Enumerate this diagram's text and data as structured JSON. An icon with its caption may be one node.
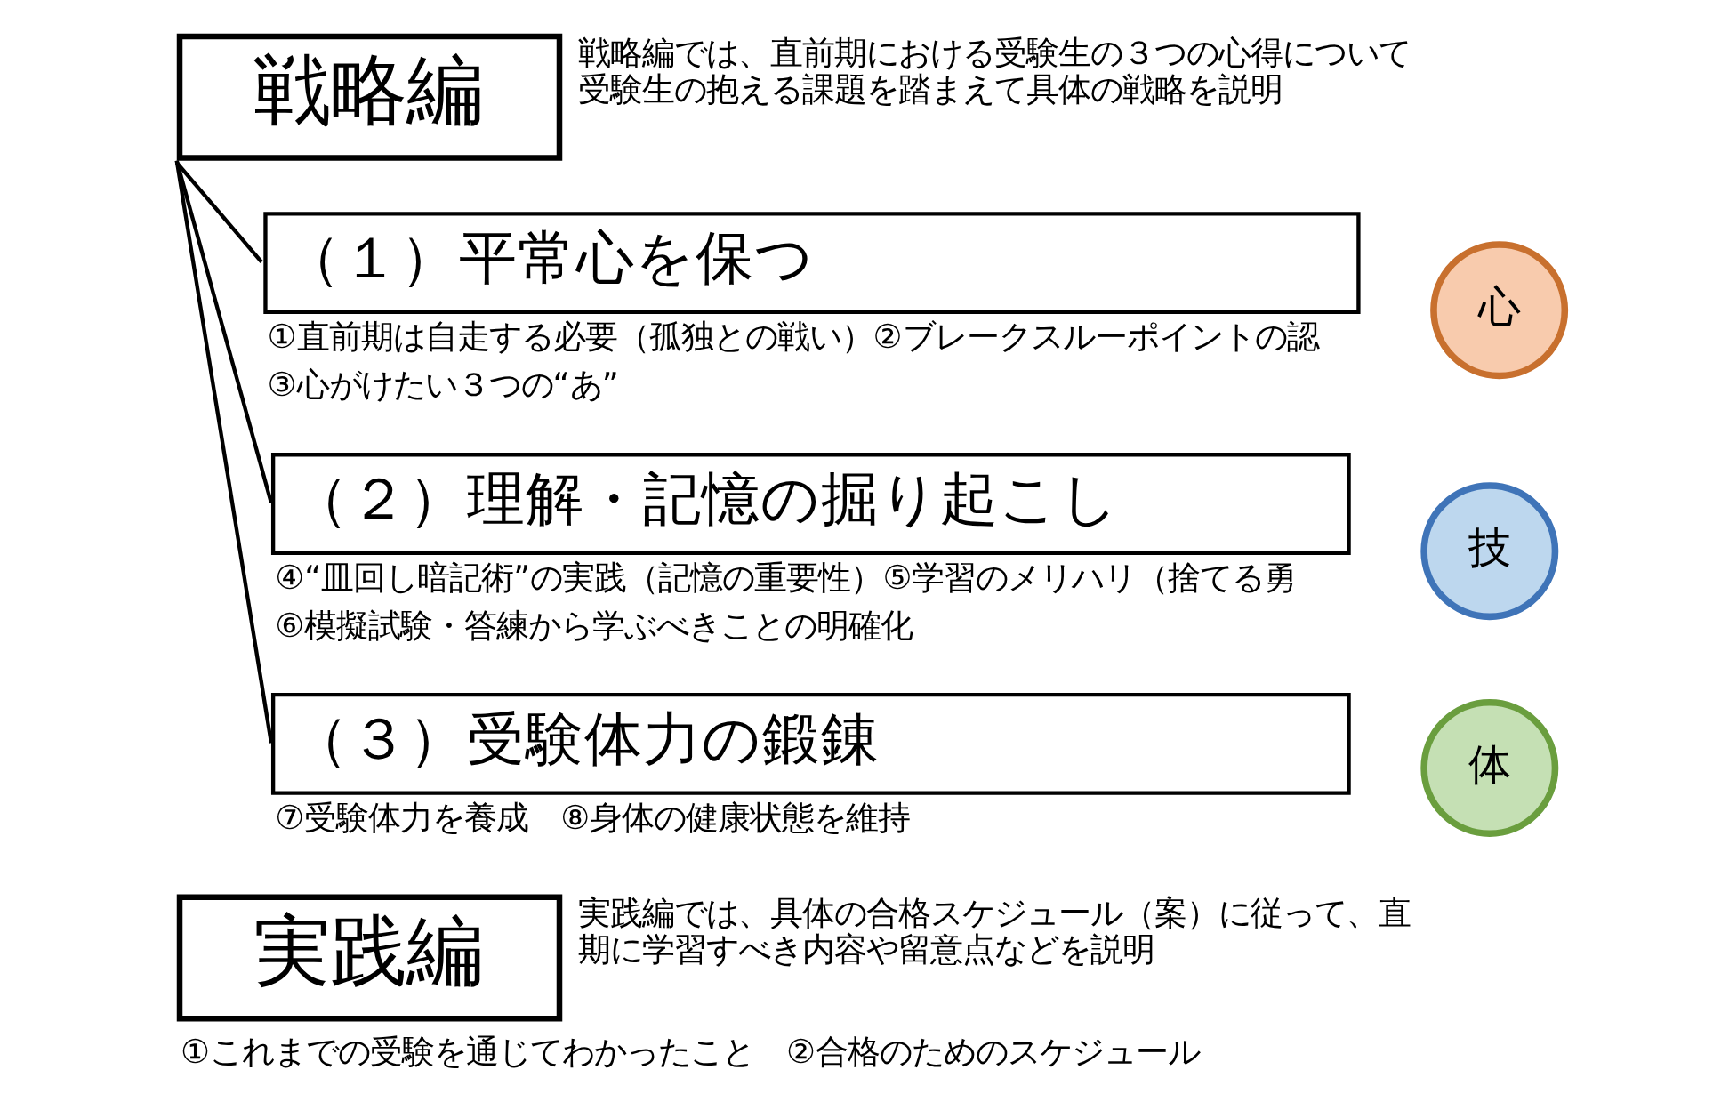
{
  "diagram": {
    "nodes": [
      {
        "text": [
          "戦略編"
        ],
        "beside": [
          "戦略編では、直前期における受験生の３つの心得について受験生の抱える課題を踏まえて具体の戦略を説明"
        ]
      },
      {
        "text": [
          "（１）平常心を保つ"
        ],
        "beside": [
          "①直前期は自走する必要（孤独との戦い）②ブレークスルーポイントの認",
          "③心がけたい３つの“あ”"
        ]
      },
      {
        "text": [
          "心"
        ]
      },
      {
        "text": [
          "（２）理解・記憶の掘り起こし"
        ],
        "beside": [
          "④“皿回し暗記術”の実践（記憶の重要性）⑤学習のメリハリ（捨てる勇",
          "⑥模擬試験・答練から学ぶべきことの明確化"
        ]
      },
      {
        "text": [
          "技"
        ]
      },
      {
        "text": [
          "（３）受験体力の鍛錬"
        ],
        "beside": [
          "⑦受験体力を養成　⑧身体の健康状態を維持"
        ]
      },
      {
        "text": [
          "体"
        ]
      },
      {
        "text": [
          "実践編"
        ],
        "beside": [
          "実践編では、具体の合格スケジュール（案）に従って、直期に学習すべき内容や留意点などを説明",
          "①これまでの受験を通じてわかったこと　②合格のためのスケジュール"
        ]
      }
    ],
    "edges": [
      {
        "from": 0,
        "to": 1,
        "arrow": "none"
      },
      {
        "from": 0,
        "to": 3,
        "arrow": "none"
      },
      {
        "from": 0,
        "to": 5,
        "arrow": "none"
      }
    ]
  }
}
